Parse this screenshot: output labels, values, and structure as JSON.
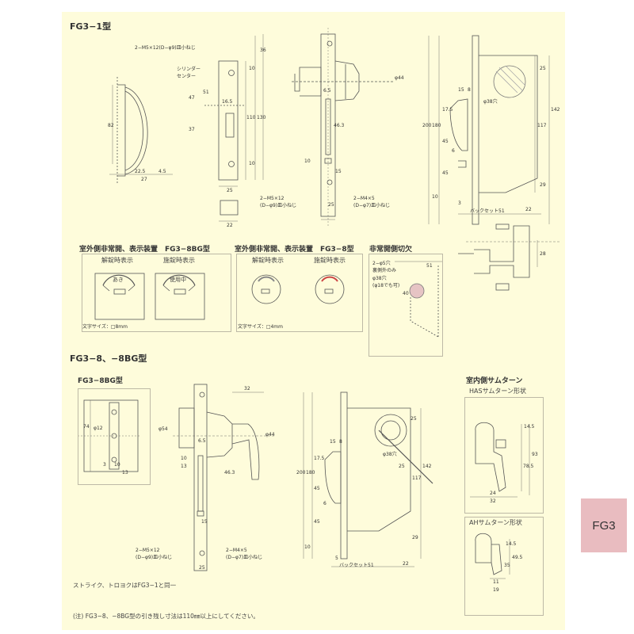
{
  "sections": {
    "fg3_1": "FG3−1型",
    "outdoor_bg": "室外側非常開、表示装置　FG3−8BG型",
    "outdoor_8": "室外側非常開、表示装置　FG3−8型",
    "emergency_cut": "非常開側切欠",
    "fg3_8": "FG3−8、−8BG型",
    "fg3_8bg": "FG3−8BG型",
    "indoor_thumb": "室内側サムターン",
    "has_shape": "HASサムターン形状",
    "ah_shape": "AHサムターン形状"
  },
  "status": {
    "unlocked": "解錠時表示",
    "locked": "施錠時表示",
    "vacant": "あき",
    "occupied": "使用中"
  },
  "char_size": {
    "bg": "文字サイズ：□8mm",
    "std": "文字サイズ：□4mm"
  },
  "callouts": {
    "screw_top": "2−M5×12(D−φ9)皿小ねじ",
    "cylinder_center": "シリンダー\nセンター",
    "screw_m5": "2−M5×12\n(D−φ9)皿小ねじ",
    "screw_m4": "2−M4×5\n(D−φ7)皿小ねじ",
    "screw_m5_b": "2−M5×12\n(D−φ9)皿小ねじ",
    "screw_m4_b": "2−M4×5\n(D−φ7)皿小ねじ",
    "hole_note": "2−φ5穴\n裏側外のみ",
    "hole38": "φ38穴\n(φ18でも可)",
    "phi38": "φ38穴",
    "backset": "バックセット51",
    "backset_b": "バックセット51"
  },
  "dims": {
    "a_82": "82",
    "a_225": "22.5",
    "a_45": "4.5",
    "a_27": "27",
    "b_47": "47",
    "b_37": "37",
    "b_51": "51",
    "b_165": "16.5",
    "b_110": "110",
    "b_130": "130",
    "b_10t": "10",
    "b_10b": "10",
    "b_25": "25",
    "b_22": "22",
    "c_36": "36",
    "c_65": "6.5",
    "c_463": "46.3",
    "c_10": "10",
    "c_25": "25",
    "c_15": "15",
    "c_phi44": "φ44",
    "d_200": "200",
    "d_180": "180",
    "d_175": "17.5",
    "d_45a": "45",
    "d_45b": "45",
    "d_10": "10",
    "d_15": "15",
    "d_8": "8",
    "d_6": "6",
    "d_25": "25",
    "d_117": "117",
    "d_142": "142",
    "d_29": "29",
    "d_3": "3",
    "d_22": "22",
    "e_28": "28",
    "e_51": "51",
    "e_40": "40",
    "f_74": "74",
    "f_phi12": "φ12",
    "f_3": "3",
    "f_10": "10",
    "f_13": "13",
    "g_phi54": "φ54",
    "g_32": "32",
    "g_65": "6.5",
    "g_463": "46.3",
    "g_phi44": "φ44",
    "g_10": "10",
    "g_13": "13",
    "g_15": "15",
    "g_25": "25",
    "h_200": "200",
    "h_180": "180",
    "h_175": "17.5",
    "h_45a": "45",
    "h_45b": "45",
    "h_10": "10",
    "h_15": "15",
    "h_8": "8",
    "h_6": "6",
    "h_25": "25",
    "h_117": "117",
    "h_142": "142",
    "h_29": "29",
    "h_5": "5",
    "h_22": "22",
    "h_phi38": "φ38穴",
    "h_25b": "25",
    "i_145": "14.5",
    "i_93": "93",
    "i_785": "78.5",
    "i_24": "24",
    "i_32": "32",
    "j_145": "14.5",
    "j_495": "49.5",
    "j_35": "35",
    "j_11": "11",
    "j_19": "19"
  },
  "notes": {
    "strike": "ストライク、トロヨクはFG3−1と同一",
    "footnote": "(注) FG3−8、−8BG型の引き残し寸法は110㎜以上にしてください。"
  },
  "tab": "FG3",
  "colors": {
    "sheet": "#fefcdb",
    "line": "#555555",
    "tab": "#e9bcc0"
  }
}
